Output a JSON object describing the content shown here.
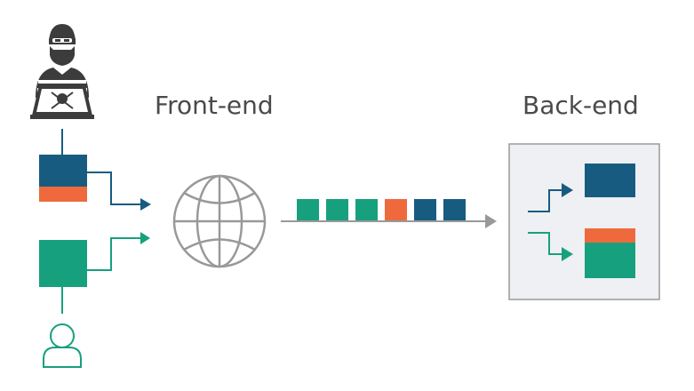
{
  "labels": {
    "frontend": "Front-end",
    "backend": "Back-end"
  },
  "icons": {
    "attacker": "hacker-icon",
    "user": "user-icon",
    "internet": "globe-icon"
  },
  "colors": {
    "blue": "#175c80",
    "orange": "#ee6a3c",
    "green": "#17a07e",
    "gray": "#999999",
    "backend_bg": "#eef0f3",
    "backend_border": "#9a9a9a"
  },
  "packet_stream": [
    "green",
    "green",
    "green",
    "orange",
    "blue",
    "blue"
  ]
}
